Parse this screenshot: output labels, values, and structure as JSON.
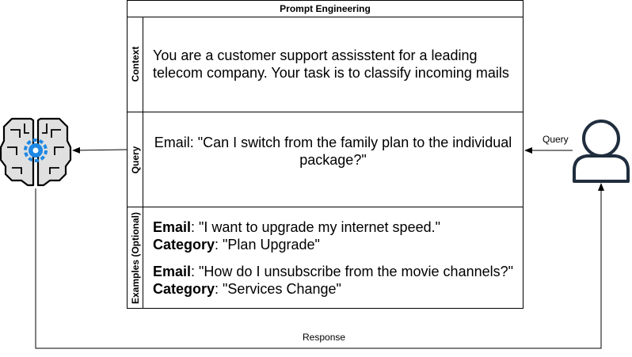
{
  "diagram": {
    "title": "Prompt Engineering",
    "lanes": {
      "context": {
        "label": "Context",
        "text": "You are a customer support assisstent for a leading telecom company. Your task is to classify incoming mails"
      },
      "query": {
        "label": "Query",
        "text": "Email: \"Can I switch from the family plan to the individual package?\""
      },
      "examples": {
        "label": "Examples (Optional)",
        "items": [
          {
            "email_key": "Email",
            "email_value": ": \"I want to upgrade my internet speed.\"",
            "category_key": "Category",
            "category_value": ": \"Plan Upgrade\""
          },
          {
            "email_key": "Email",
            "email_value": ": \"How do I unsubscribe from the movie channels?\"",
            "category_key": "Category",
            "category_value": ": \"Services Change\""
          }
        ]
      }
    },
    "edge_labels": {
      "query": "Query",
      "response": "Response"
    },
    "icons": [
      "ai-brain-icon",
      "user-icon"
    ],
    "colors": {
      "gear": "#1E88E5",
      "brain_fill": "#E0E0E0",
      "stroke": "#000000",
      "user_stroke": "#1F2D3D"
    }
  }
}
